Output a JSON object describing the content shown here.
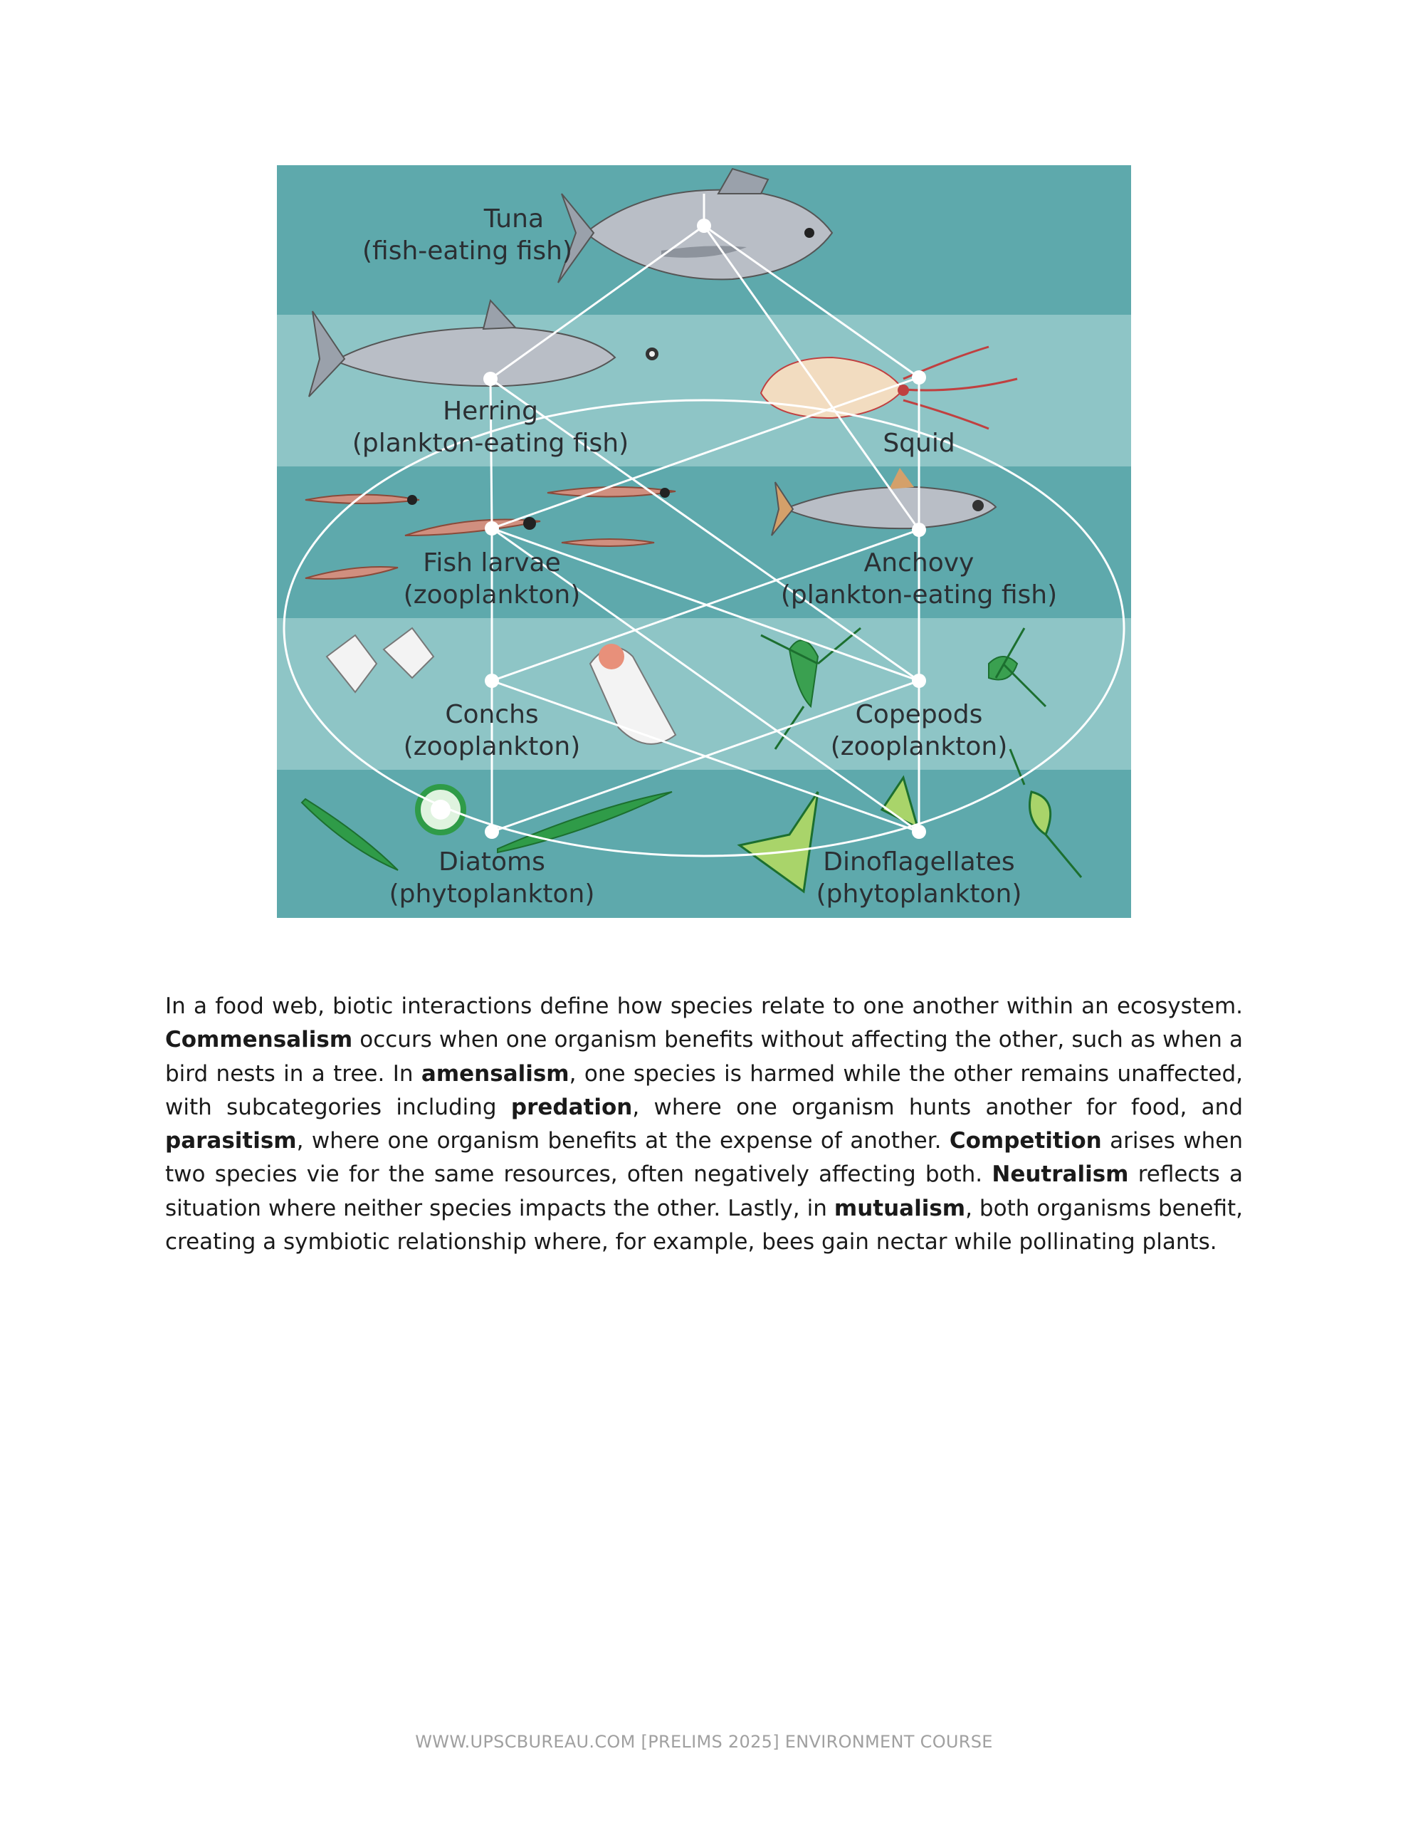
{
  "figure": {
    "colors": {
      "band_dark": "#5ea9ac",
      "band_light": "#8ec5c6",
      "web_line": "#ffffff",
      "fish_silver": "#b9bec6",
      "larva": "#d08f7f",
      "phyto_green": "#2f9b48"
    },
    "organisms": {
      "tuna": {
        "name": "Tuna",
        "desc": "(fish-eating fish)"
      },
      "herring": {
        "name": "Herring",
        "desc": "(plankton-eating fish)"
      },
      "squid": {
        "name": "Squid",
        "desc": ""
      },
      "fish_larvae": {
        "name": "Fish larvae",
        "desc": "(zooplankton)"
      },
      "anchovy": {
        "name": "Anchovy",
        "desc": "(plankton-eating fish)"
      },
      "conchs": {
        "name": "Conchs",
        "desc": "(zooplankton)"
      },
      "copepods": {
        "name": "Copepods",
        "desc": "(zooplankton)"
      },
      "diatoms": {
        "name": "Diatoms",
        "desc": "(phytoplankton)"
      },
      "dinoflagellates": {
        "name": "Dinoflagellates",
        "desc": "(phytoplankton)"
      }
    },
    "links": [
      [
        "tuna",
        "herring"
      ],
      [
        "tuna",
        "squid"
      ],
      [
        "tuna",
        "anchovy"
      ],
      [
        "herring",
        "fish_larvae"
      ],
      [
        "herring",
        "copepods"
      ],
      [
        "squid",
        "fish_larvae"
      ],
      [
        "squid",
        "anchovy"
      ],
      [
        "fish_larvae",
        "conchs"
      ],
      [
        "fish_larvae",
        "copepods"
      ],
      [
        "anchovy",
        "copepods"
      ],
      [
        "anchovy",
        "conchs"
      ],
      [
        "conchs",
        "diatoms"
      ],
      [
        "conchs",
        "dinoflagellates"
      ],
      [
        "copepods",
        "diatoms"
      ],
      [
        "copepods",
        "dinoflagellates"
      ],
      [
        "fish_larvae",
        "diatoms"
      ],
      [
        "fish_larvae",
        "dinoflagellates"
      ]
    ]
  },
  "body": {
    "p1": "In a food web, biotic interactions define how species relate to one another within an ecosystem. ",
    "t_commensalism": "Commensalism",
    "p2": " occurs when one organism benefits without affecting the other, such as when a bird nests in a tree. In ",
    "t_amensalism": "amensalism",
    "p3": ", one species is harmed while the other remains unaffected, with subcategories including ",
    "t_predation": "predation",
    "p4": ", where one organism hunts another for food, and ",
    "t_parasitism": "parasitism",
    "p5": ", where one organism benefits at the expense of another. ",
    "t_competition": "Competition",
    "p6": " arises when two species vie for the same resources, often negatively affecting both. ",
    "t_neutralism": "Neutralism",
    "p7": " reflects a situation where neither species impacts the other. Lastly, in ",
    "t_mutualism": "mutualism",
    "p8": ", both organisms benefit, creating a symbiotic relationship where, for example, bees gain nectar while pollinating plants."
  },
  "footer": {
    "text": "WWW.UPSCBUREAU.COM [PRELIMS 2025] ENVIRONMENT COURSE"
  }
}
